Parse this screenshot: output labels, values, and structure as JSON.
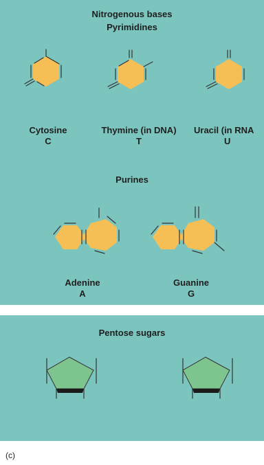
{
  "bases_panel": {
    "title": "Nitrogenous bases",
    "pyrimidines": {
      "heading": "Pyrimidines",
      "items": [
        {
          "name": "Cytosine",
          "letter": "C"
        },
        {
          "name": "Thymine (in DNA)",
          "letter": "T"
        },
        {
          "name": "Uracil (in RNA",
          "letter": "U"
        }
      ]
    },
    "purines": {
      "heading": "Purines",
      "items": [
        {
          "name": "Adenine",
          "letter": "A"
        },
        {
          "name": "Guanine",
          "letter": "G"
        }
      ]
    }
  },
  "sugars_panel": {
    "title": "Pentose sugars"
  },
  "figure_label": "(c)",
  "colors": {
    "panel": "#7cc5be",
    "base_ring": "#f5bf55",
    "sugar_ring": "#7ec48e",
    "bond": "#333333"
  }
}
